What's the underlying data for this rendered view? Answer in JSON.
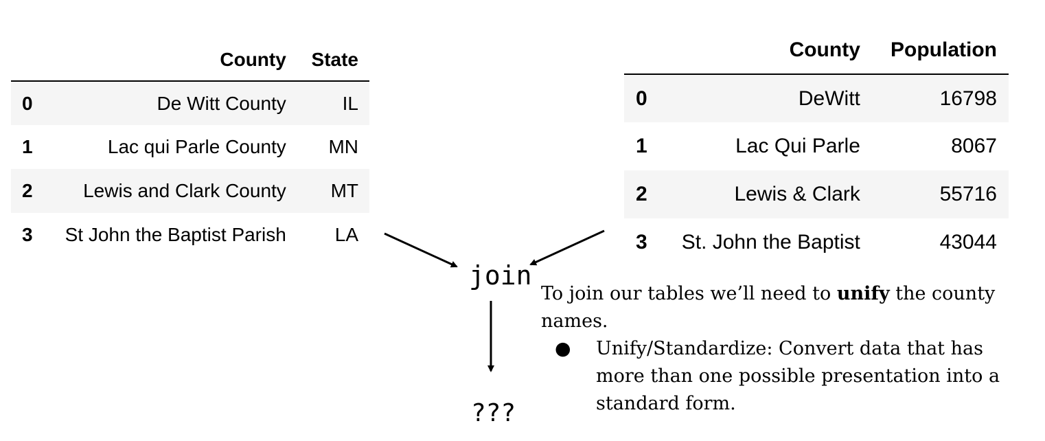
{
  "left_table": {
    "columns": [
      "County",
      "State"
    ],
    "rows": [
      {
        "index": "0",
        "county": "De Witt County",
        "state": "IL"
      },
      {
        "index": "1",
        "county": "Lac qui Parle County",
        "state": "MN"
      },
      {
        "index": "2",
        "county": "Lewis and Clark County",
        "state": "MT"
      },
      {
        "index": "3",
        "county": "St John the Baptist Parish",
        "state": "LA"
      }
    ]
  },
  "right_table": {
    "columns": [
      "County",
      "Population"
    ],
    "rows": [
      {
        "index": "0",
        "county": "DeWitt",
        "population": "16798"
      },
      {
        "index": "1",
        "county": "Lac Qui Parle",
        "population": "8067"
      },
      {
        "index": "2",
        "county": "Lewis & Clark",
        "population": "55716"
      },
      {
        "index": "3",
        "county": "St. John the Baptist",
        "population": "43044"
      }
    ]
  },
  "diagram": {
    "join_label": "join",
    "result_label": "???"
  },
  "explanation": {
    "intro_before": "To join our tables we’ll need to ",
    "intro_bold": "unify",
    "intro_after": " the county names.",
    "bullet_glyph": "●",
    "bullet_text": "Unify/Standardize: Convert data that has more than one possible presentation into a standard form."
  }
}
